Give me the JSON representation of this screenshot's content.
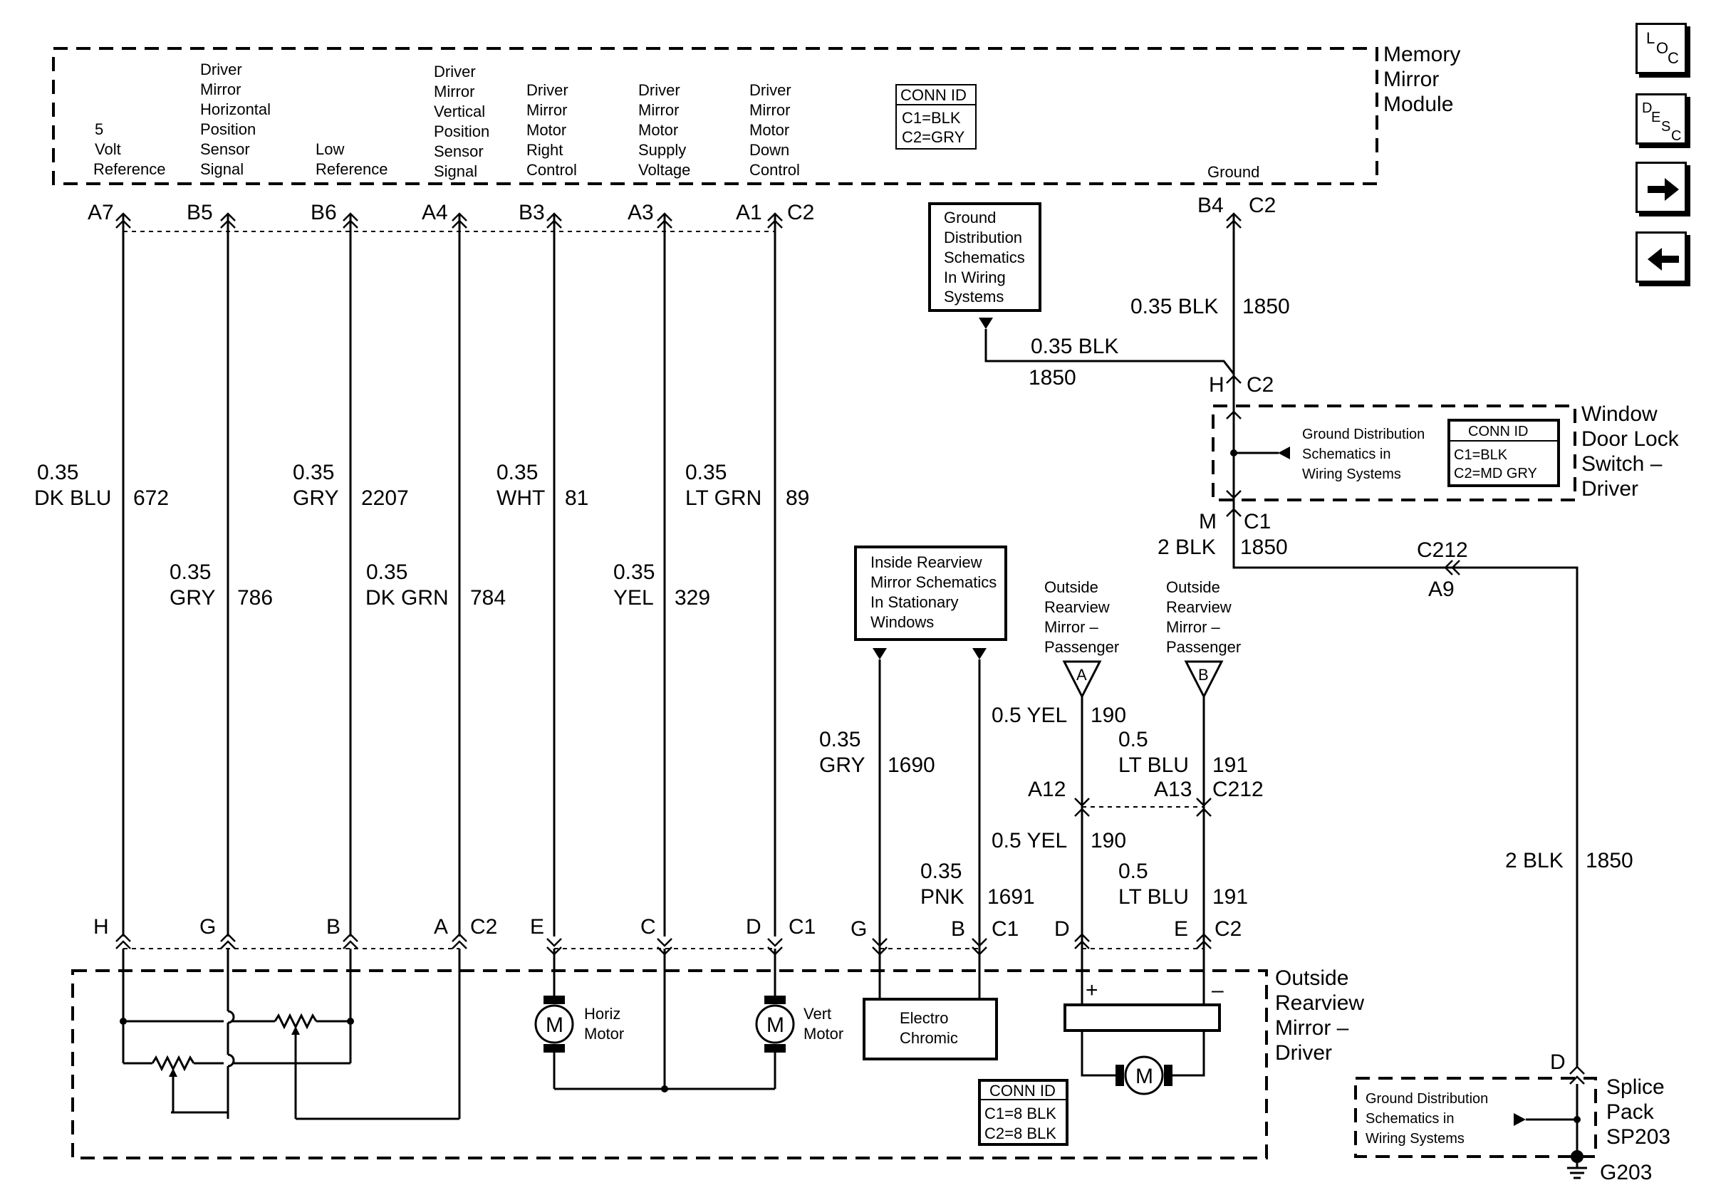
{
  "nav": {
    "loc": {
      "l": "L",
      "o": "O",
      "c": "C"
    },
    "desc": {
      "d": "D",
      "e": "E",
      "s": "S",
      "c": "C"
    }
  },
  "module": {
    "name_lines": [
      "Memory",
      "Mirror",
      "Module"
    ],
    "conn": {
      "title": "CONN ID",
      "c1": "C1=BLK",
      "c2": "C2=GRY"
    },
    "ground_label": "Ground",
    "ground_pin": "B4",
    "ground_conn": "C2",
    "pins_conn": "C2",
    "pins": [
      {
        "pin": "A7",
        "func": [
          "5",
          "Volt",
          "Reference"
        ],
        "gauge": "0.35",
        "color": "DK BLU",
        "circuit": "672"
      },
      {
        "pin": "B5",
        "func": [
          "Driver",
          "Mirror",
          "Horizontal",
          "Position",
          "Sensor",
          "Signal"
        ],
        "gauge": "0.35",
        "color": "GRY",
        "circuit": "786"
      },
      {
        "pin": "B6",
        "func": [
          "Low",
          "Reference"
        ],
        "gauge": "0.35",
        "color": "GRY",
        "circuit": "2207"
      },
      {
        "pin": "A4",
        "func": [
          "Driver",
          "Mirror",
          "Vertical",
          "Position",
          "Sensor",
          "Signal"
        ],
        "gauge": "0.35",
        "color": "DK GRN",
        "circuit": "784"
      },
      {
        "pin": "B3",
        "func": [
          "Driver",
          "Mirror",
          "Motor",
          "Right",
          "Control"
        ],
        "gauge": "0.35",
        "color": "WHT",
        "circuit": "81"
      },
      {
        "pin": "A3",
        "func": [
          "Driver",
          "Mirror",
          "Motor",
          "Supply",
          "Voltage"
        ],
        "gauge": "0.35",
        "color": "YEL",
        "circuit": "329"
      },
      {
        "pin": "A1",
        "func": [
          "Driver",
          "Mirror",
          "Motor",
          "Down",
          "Control"
        ],
        "gauge": "0.35",
        "color": "LT GRN",
        "circuit": "89"
      }
    ]
  },
  "ground_dist_top": {
    "lines": [
      "Ground",
      "Distribution",
      "Schematics",
      "In Wiring",
      "Systems"
    ],
    "gauge_color": "0.35 BLK",
    "circuit": "1850"
  },
  "ground_b4_wire": {
    "gauge_color": "0.35 BLK",
    "circuit": "1850"
  },
  "window_switch": {
    "name_lines": [
      "Window",
      "Door Lock",
      "Switch –",
      "Driver"
    ],
    "conn": {
      "title": "CONN ID",
      "c1": "C1=BLK",
      "c2": "C2=MD GRY"
    },
    "gd_lines": [
      "Ground Distribution",
      "Schematics in",
      "Wiring Systems"
    ],
    "top_pin": "H",
    "top_conn": "C2",
    "bottom_pin": "M",
    "bottom_conn": "C1",
    "bottom_wire": {
      "gauge_color": "2 BLK",
      "circuit": "1850"
    }
  },
  "c212_ground": {
    "conn": "C212",
    "pin": "A9",
    "gauge_color": "2 BLK",
    "circuit": "1850"
  },
  "inside_mirror": {
    "lines": [
      "Inside Rearview",
      "Mirror Schematics",
      "In Stationary",
      "Windows"
    ],
    "wire1": {
      "gauge": "0.35",
      "color": "GRY",
      "circuit": "1690"
    },
    "wire2": {
      "gauge": "0.35",
      "color": "PNK",
      "circuit": "1691"
    }
  },
  "passenger_refs": [
    {
      "lines": [
        "Outside",
        "Rearview",
        "Mirror –",
        "Passenger"
      ],
      "tag": "A",
      "upper": {
        "gauge_color": "0.5 YEL",
        "circuit": "190"
      },
      "pin": "A12",
      "lower": {
        "gauge_color": "0.5 YEL",
        "circuit": "190"
      }
    },
    {
      "lines": [
        "Outside",
        "Rearview",
        "Mirror –",
        "Passenger"
      ],
      "tag": "B",
      "upper": {
        "gauge": "0.5",
        "color": "LT BLU",
        "circuit": "191"
      },
      "pin": "A13",
      "lower": {
        "gauge": "0.5",
        "color": "LT BLU",
        "circuit": "191"
      }
    }
  ],
  "c212_conn": "C212",
  "driver_mirror": {
    "name_lines": [
      "Outside",
      "Rearview",
      "Mirror –",
      "Driver"
    ],
    "conn": {
      "title": "CONN ID",
      "c1": "C1=8 BLK",
      "c2": "C2=8 BLK"
    },
    "c2_pins": [
      "H",
      "G",
      "B",
      "A"
    ],
    "c2_label": "C2",
    "c1_pins": [
      "E",
      "C",
      "D"
    ],
    "c1_label": "C1",
    "ec_pins": [
      "G",
      "B"
    ],
    "ec_label": "C1",
    "fold_pins": [
      "D",
      "E"
    ],
    "fold_label": "C2",
    "horiz_motor": {
      "symbol": "M",
      "lines": [
        "Horiz",
        "Motor"
      ]
    },
    "vert_motor": {
      "symbol": "M",
      "lines": [
        "Vert",
        "Motor"
      ]
    },
    "electrochromic": [
      "Electro",
      "Chromic"
    ],
    "fold_motor": {
      "symbol": "M",
      "plus": "+",
      "minus": "–"
    }
  },
  "splice": {
    "name_lines": [
      "Splice",
      "Pack",
      "SP203"
    ],
    "pin": "D",
    "gd_lines": [
      "Ground Distribution",
      "Schematics in",
      "Wiring Systems"
    ],
    "ground": "G203"
  }
}
